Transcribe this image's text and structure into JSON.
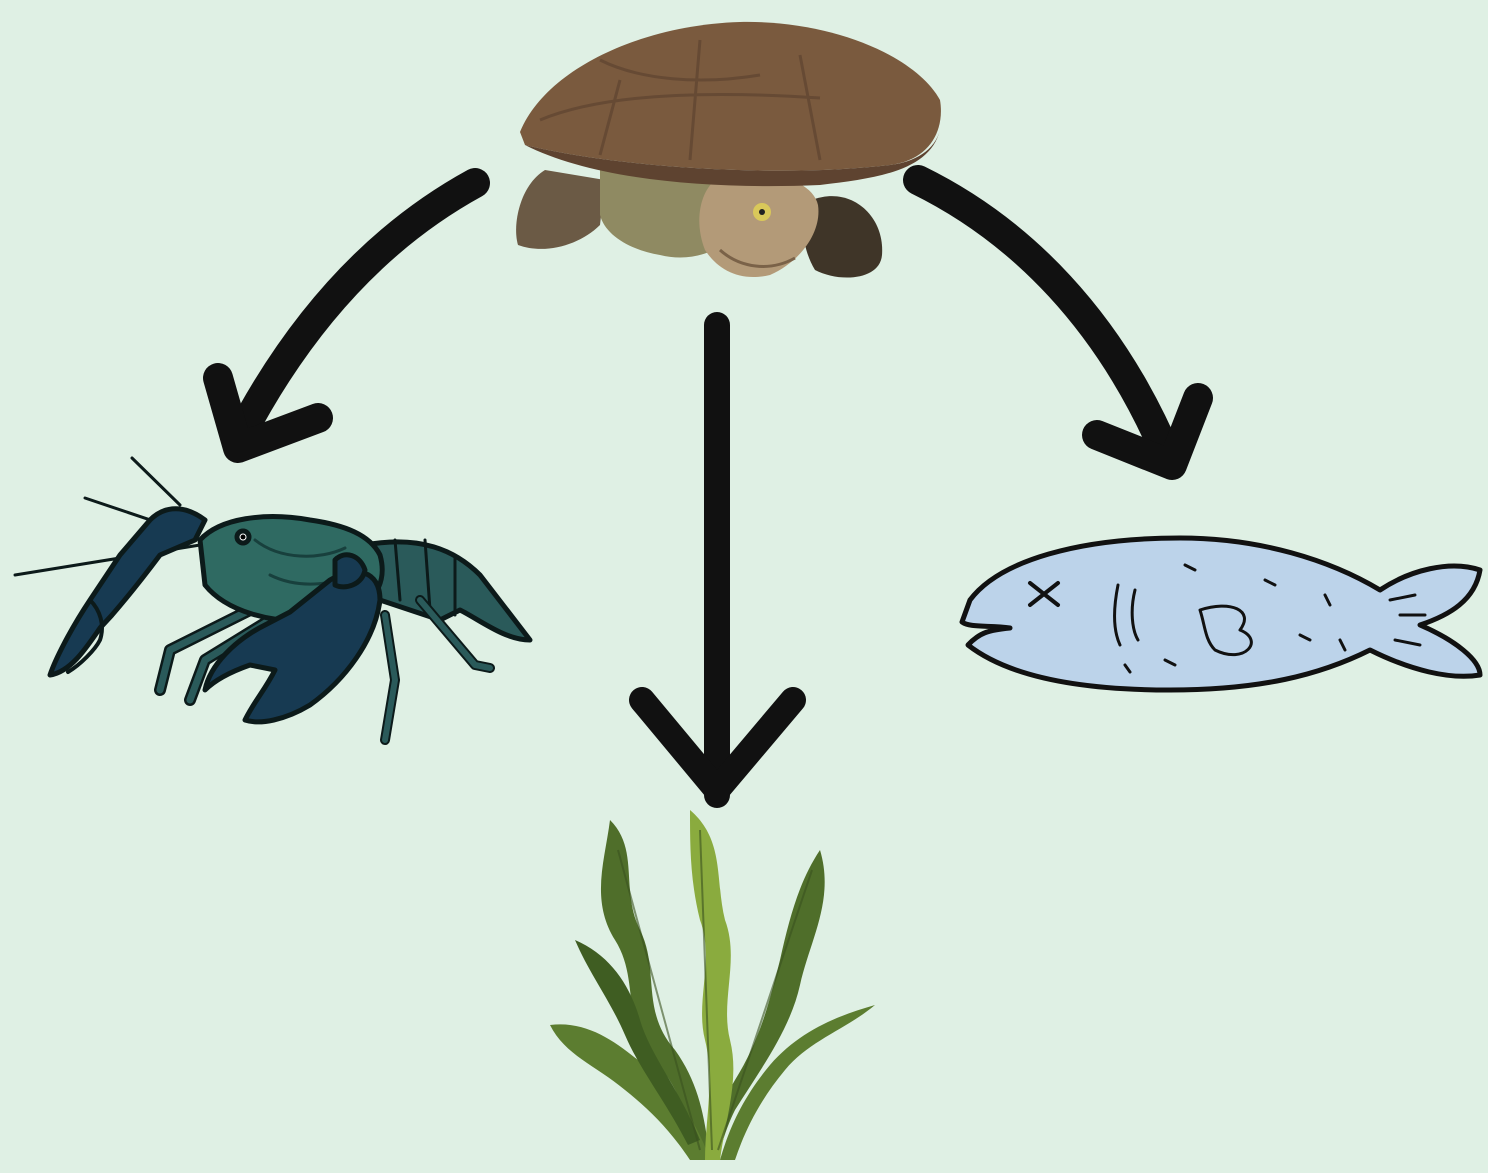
{
  "diagram": {
    "type": "food-web",
    "background_color": "#dff0e4",
    "nodes": [
      {
        "id": "turtle",
        "icon": "turtle-icon",
        "role": "predator"
      },
      {
        "id": "crayfish",
        "icon": "crayfish-icon",
        "role": "prey"
      },
      {
        "id": "seaweed",
        "icon": "seaweed-icon",
        "role": "prey"
      },
      {
        "id": "fish",
        "icon": "fish-icon",
        "role": "prey"
      }
    ],
    "edges": [
      {
        "from": "turtle",
        "to": "crayfish"
      },
      {
        "from": "turtle",
        "to": "seaweed"
      },
      {
        "from": "turtle",
        "to": "fish"
      }
    ],
    "colors": {
      "arrow": "#111111",
      "turtle_shell": "#7a5a3e",
      "turtle_skin": "#8f8a62",
      "crayfish": "#2a5a5a",
      "crayfish_claw": "#173a52",
      "fish": "#bcd3ea",
      "seaweed_dark": "#4f6e2a",
      "seaweed_light": "#8aab3e"
    }
  }
}
